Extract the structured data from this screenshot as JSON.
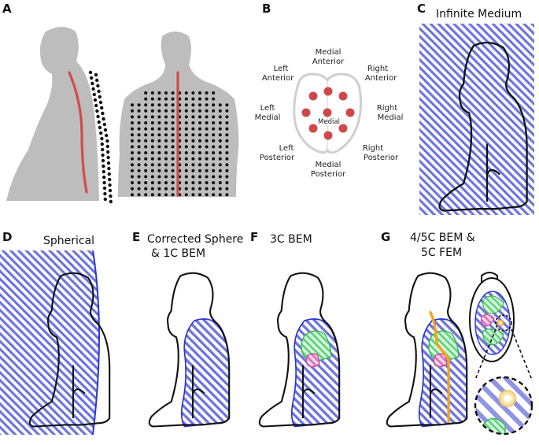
{
  "panels": {
    "A": {
      "label": "A"
    },
    "B": {
      "label": "B",
      "regions": {
        "medial_anterior": [
          "Medial",
          "Anterior"
        ],
        "left_anterior": [
          "Left",
          "Anterior"
        ],
        "right_anterior": [
          "Right",
          "Anterior"
        ],
        "left_medial": [
          "Left",
          "Medial"
        ],
        "right_medial": [
          "Right",
          "Medial"
        ],
        "center": "Medial",
        "left_posterior": [
          "Left",
          "Posterior"
        ],
        "right_posterior": [
          "Right",
          "Posterior"
        ],
        "medial_posterior": [
          "Medial",
          "Posterior"
        ]
      }
    },
    "C": {
      "label": "C",
      "title": "Infinite Medium"
    },
    "D": {
      "label": "D",
      "title": "Spherical"
    },
    "E": {
      "label": "E",
      "title_lines": [
        "Corrected Sphere",
        "& 1C BEM"
      ]
    },
    "F": {
      "label": "F",
      "title": "3C BEM"
    },
    "G": {
      "label": "G",
      "title_lines": [
        "4/5C BEM &",
        "5C FEM"
      ]
    }
  },
  "colors": {
    "hatch": "#5b63d8",
    "boundary": "#2a34d6",
    "spine": "#d24b4b",
    "lung": "#5ed37a",
    "heart": "#e06fb6",
    "cord": "#f3a31d",
    "sensor": "#111111",
    "body_gray": "#b9b9b9",
    "cord_dot": "#cf4848"
  }
}
